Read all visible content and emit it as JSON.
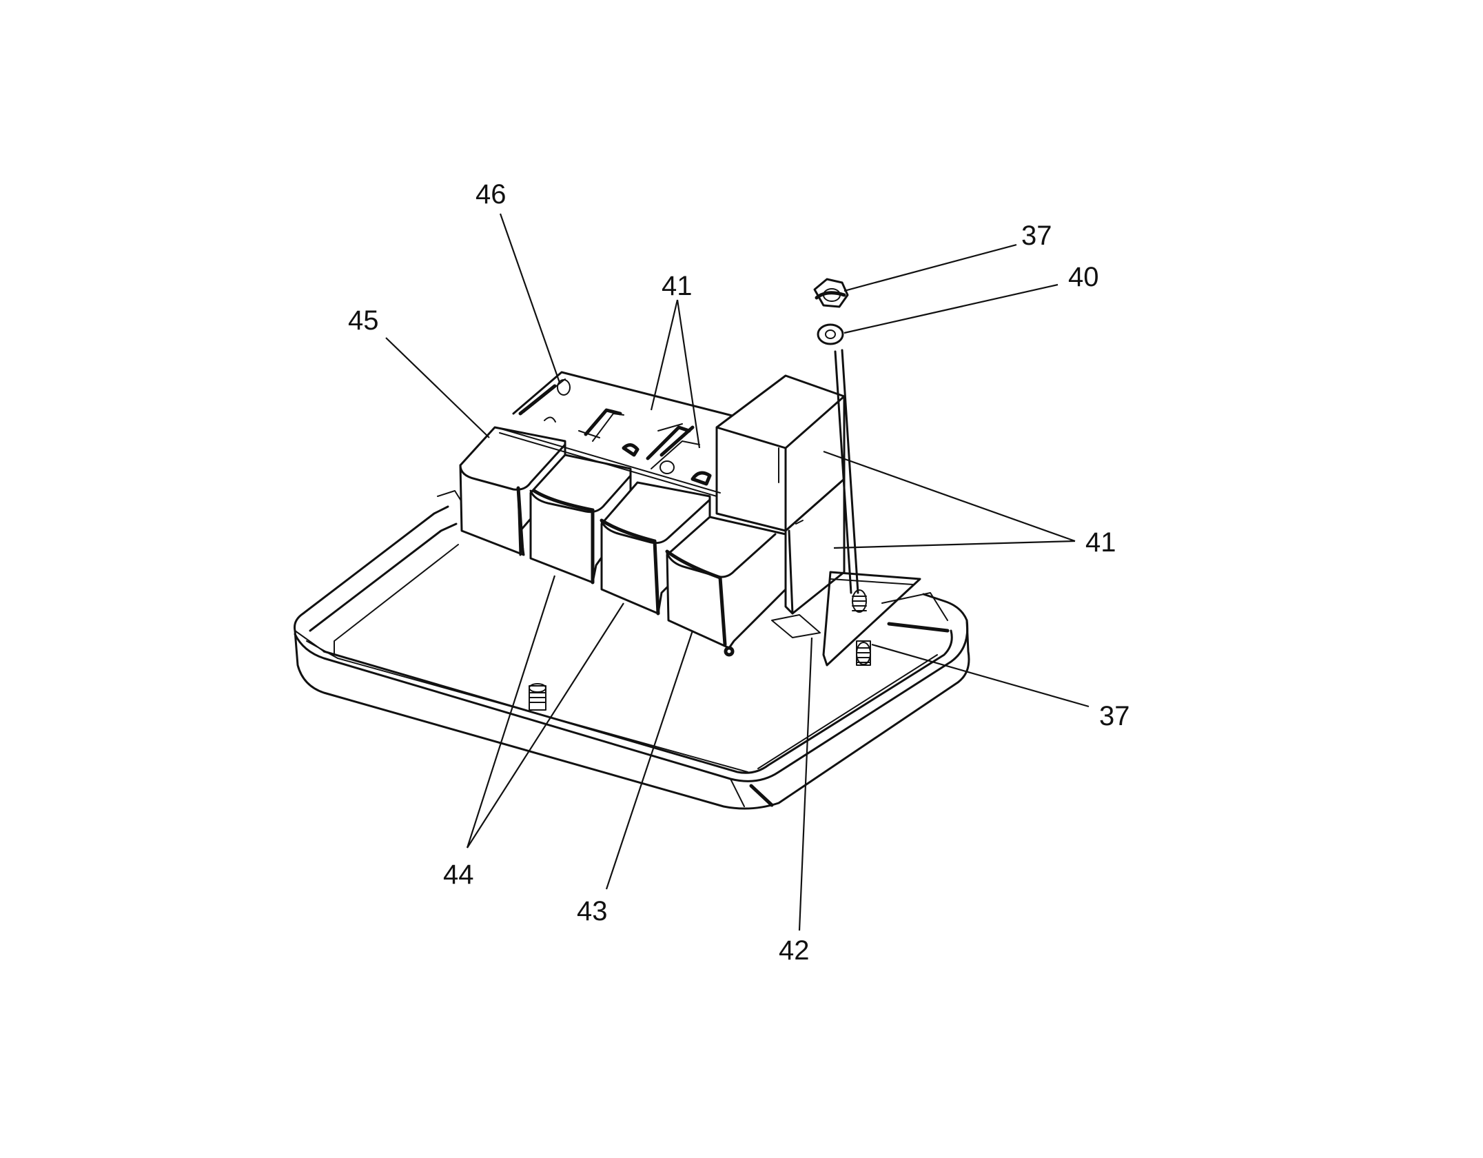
{
  "callouts": [
    {
      "id": "c46",
      "label": "46"
    },
    {
      "id": "c45",
      "label": "45"
    },
    {
      "id": "c41-top",
      "label": "41"
    },
    {
      "id": "c37-top",
      "label": "37"
    },
    {
      "id": "c40",
      "label": "40"
    },
    {
      "id": "c41-right",
      "label": "41"
    },
    {
      "id": "c37-bottom",
      "label": "37"
    },
    {
      "id": "c44",
      "label": "44"
    },
    {
      "id": "c43",
      "label": "43"
    },
    {
      "id": "c42",
      "label": "42"
    }
  ]
}
